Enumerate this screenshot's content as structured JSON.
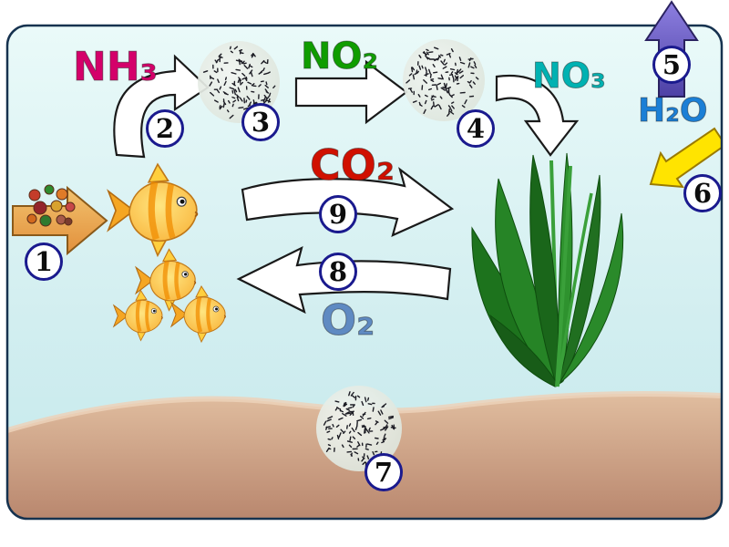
{
  "page": {
    "type": "educational-diagram",
    "subject": "aquarium ecosystem nutrient cycle"
  },
  "chemicals": {
    "nh3": {
      "label": "NH₃",
      "color": "#d4006a"
    },
    "no2": {
      "label": "NO₂",
      "color": "#0f9d00"
    },
    "no3": {
      "label": "NO₃",
      "color": "#00b2b2"
    },
    "h2o": {
      "label": "H₂O",
      "color": "#1b7fd6"
    },
    "co2": {
      "label": "CO₂",
      "color": "#d01000"
    },
    "o2": {
      "label": "O₂",
      "color": "#5f8ac2"
    }
  },
  "markers": [
    {
      "number": "1"
    },
    {
      "number": "2"
    },
    {
      "number": "3"
    },
    {
      "number": "4"
    },
    {
      "number": "5"
    },
    {
      "number": "6"
    },
    {
      "number": "7"
    },
    {
      "number": "8"
    },
    {
      "number": "9"
    }
  ],
  "colors": {
    "water_top": "#eafaf9",
    "water_bottom": "#c4e9ec",
    "sand_light": "#e0bd9f",
    "sand_dark": "#b9876e",
    "marker_border": "#1a1a8e",
    "evaporation_arrow": "#6a5cc8",
    "light_arrow": "#ffe400",
    "feed_arrow": "#ecaa52",
    "leaf_green": "#247f24",
    "fish_yellow": "#ffd24a",
    "cycle_arrow": "#ffffff"
  }
}
